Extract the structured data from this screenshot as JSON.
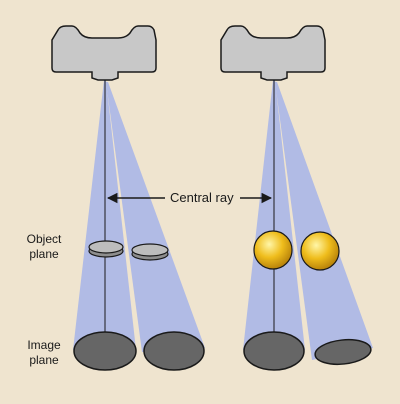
{
  "labels": {
    "central_ray": "Central ray",
    "object_plane_line1": "Object",
    "object_plane_line2": "plane",
    "image_plane_line1": "Image",
    "image_plane_line2": "plane"
  },
  "colors": {
    "background": "#efe4cf",
    "tube_fill": "#c8c8c8",
    "beam": "#adb8e6",
    "disc": "#bdbdbd",
    "shadow": "#666666",
    "sphere": "#e9b318",
    "outline": "#1a1a1a"
  }
}
